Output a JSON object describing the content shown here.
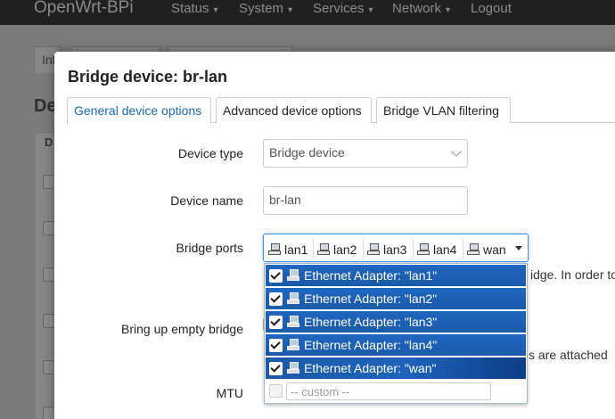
{
  "navbar": {
    "brand": "OpenWrt-BPi",
    "items": [
      {
        "label": "Status",
        "caret": "▾"
      },
      {
        "label": "System",
        "caret": "▾"
      },
      {
        "label": "Services",
        "caret": "▾"
      },
      {
        "label": "Network",
        "caret": "▾"
      },
      {
        "label": "Logout",
        "caret": ""
      }
    ]
  },
  "backdrop": {
    "tab_1": "Int",
    "heading": "De",
    "col_head": "D"
  },
  "modal": {
    "title": "Bridge device: br-lan",
    "tabs": [
      {
        "label": "General device options",
        "active": true
      },
      {
        "label": "Advanced device options",
        "active": false
      },
      {
        "label": "Bridge VLAN filtering",
        "active": false
      }
    ],
    "fields": {
      "device_type": {
        "label": "Device type",
        "value": "Bridge device"
      },
      "device_name": {
        "label": "Device name",
        "value": "br-lan"
      },
      "bridge_ports": {
        "label": "Bridge ports",
        "selected": [
          "lan1",
          "lan2",
          "lan3",
          "lan4",
          "wan"
        ]
      },
      "empty_bridge": {
        "label": "Bring up empty bridge"
      },
      "mtu": {
        "label": "MTU"
      }
    },
    "help_partial_1": "idge. In order to",
    "help_partial_2": "s are attached",
    "dropdown": {
      "options": [
        {
          "label": "Ethernet Adapter: \"lan1\"",
          "checked": true
        },
        {
          "label": "Ethernet Adapter: \"lan2\"",
          "checked": true
        },
        {
          "label": "Ethernet Adapter: \"lan3\"",
          "checked": true
        },
        {
          "label": "Ethernet Adapter: \"lan4\"",
          "checked": true
        },
        {
          "label": "Ethernet Adapter: \"wan\"",
          "checked": true
        }
      ],
      "custom_placeholder": "-- custom --"
    }
  },
  "icons": {
    "port": "network-port-icon",
    "check": "checkmark-icon",
    "chevron": "chevron-down-icon"
  }
}
